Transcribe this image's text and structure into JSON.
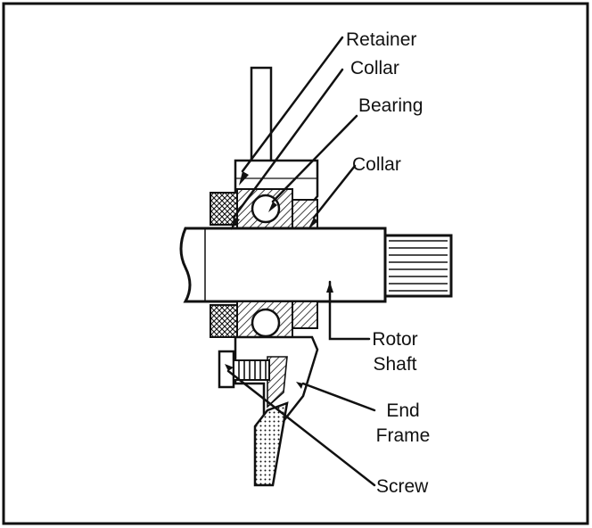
{
  "diagram": {
    "labels": {
      "retainer": "Retainer",
      "collar_top": "Collar",
      "bearing": "Bearing",
      "collar_right": "Collar",
      "rotor_shaft_line1": "Rotor",
      "rotor_shaft_line2": "Shaft",
      "end_frame_line1": "End",
      "end_frame_line2": "Frame",
      "screw": "Screw"
    },
    "colors": {
      "ink": "#111111",
      "paper": "#ffffff"
    }
  }
}
